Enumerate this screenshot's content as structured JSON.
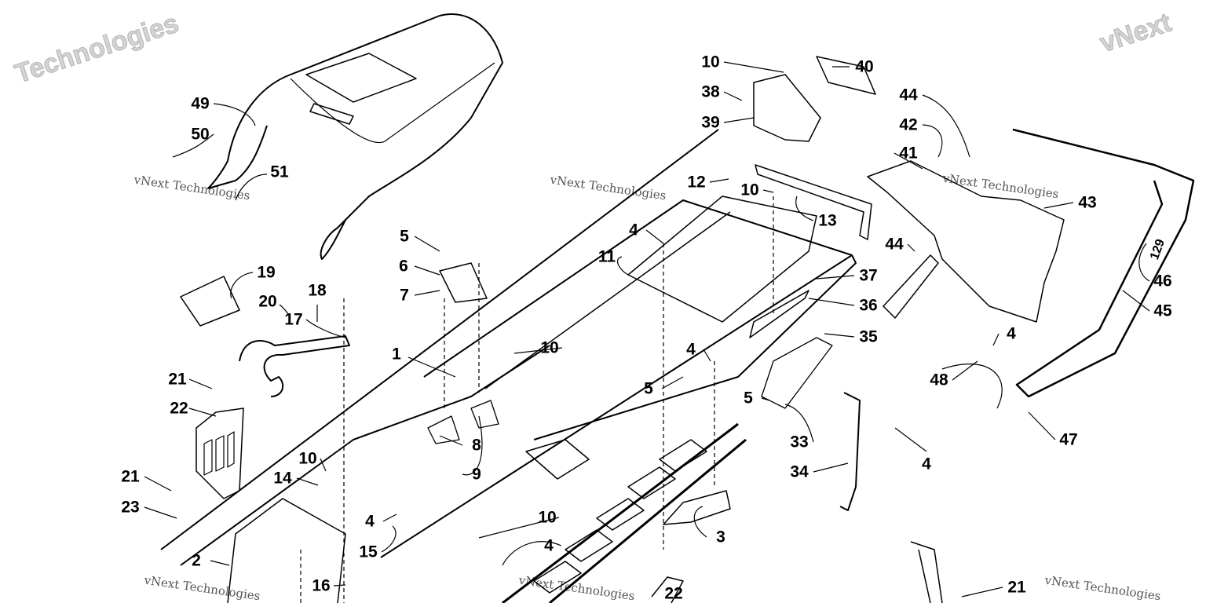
{
  "diagram": {
    "watermark": {
      "small": "vNext Technologies",
      "big_line1": "vNext",
      "big_line2": "Technologies"
    },
    "callouts": [
      "49",
      "50",
      "51",
      "19",
      "20",
      "18",
      "17",
      "21",
      "22",
      "21",
      "23",
      "5",
      "6",
      "7",
      "1",
      "8",
      "9",
      "10",
      "14",
      "4",
      "15",
      "16",
      "2",
      "10",
      "10",
      "4",
      "22",
      "3",
      "40",
      "10",
      "38",
      "39",
      "12",
      "10",
      "13",
      "11",
      "4",
      "37",
      "36",
      "35",
      "4",
      "5",
      "5",
      "33",
      "34",
      "4",
      "44",
      "42",
      "41",
      "43",
      "44",
      "46",
      "45",
      "4",
      "48",
      "47",
      "21"
    ],
    "decal_text": "129"
  }
}
